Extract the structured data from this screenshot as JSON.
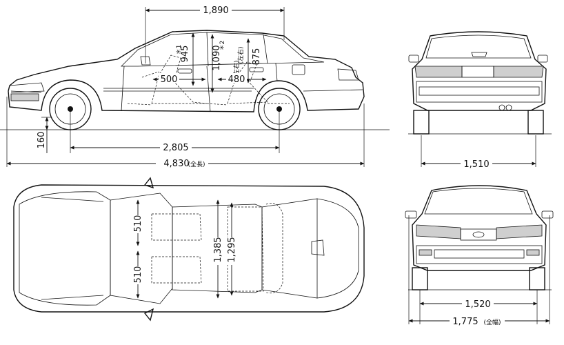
{
  "side_view": {
    "wheelbase": "2,805",
    "overall_length": "4,830",
    "length_note": "(全長)",
    "roof_length": "1,890",
    "ground_clearance": "160",
    "front_headroom_label": "＊1",
    "front_headroom": "945",
    "rear_headroom_label": "＊2",
    "rear_headroom_note": "(左右)",
    "rear_headroom": "875",
    "cabin_height": "1,090",
    "cabin_height_note": "(左右)",
    "front_legroom": "500",
    "rear_legroom": "480"
  },
  "rear_view": {
    "rear_track": "1,510"
  },
  "top_view": {
    "front_seat_width_upper": "510",
    "front_seat_width_lower": "510",
    "front_shoulder_width": "1,385",
    "rear_shoulder_width": "1,295"
  },
  "front_view": {
    "front_track": "1,520",
    "overall_width": "1,775",
    "width_note": "(全幅)"
  }
}
